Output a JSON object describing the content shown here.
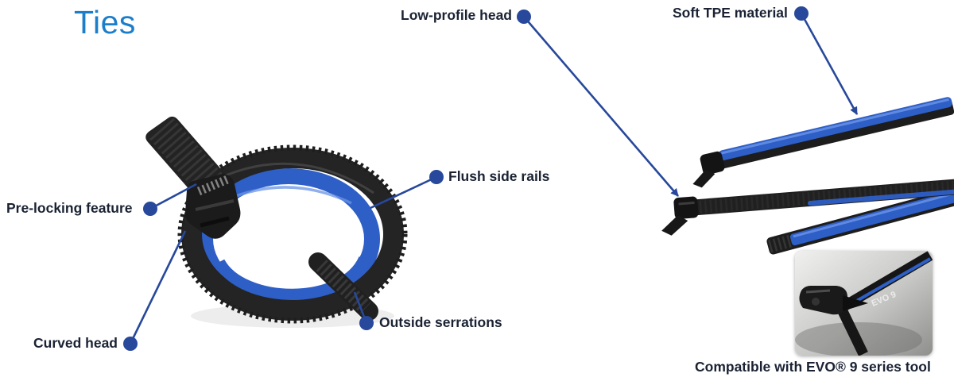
{
  "page": {
    "title": "Ties"
  },
  "colors": {
    "title_blue": "#1b7ecb",
    "label_text": "#1a2233",
    "callout_blue": "#27489b",
    "tie_blue": "#2e5fc6",
    "tie_black": "#1f1f1f"
  },
  "callouts": [
    {
      "id": "low-profile-head",
      "label": "Low-profile head"
    },
    {
      "id": "soft-tpe-material",
      "label": "Soft TPE material"
    },
    {
      "id": "pre-locking-feature",
      "label": "Pre-locking feature"
    },
    {
      "id": "flush-side-rails",
      "label": "Flush side rails"
    },
    {
      "id": "outside-serrations",
      "label": "Outside serrations"
    },
    {
      "id": "curved-head",
      "label": "Curved head"
    }
  ],
  "inset": {
    "tool_label": "EVO 9",
    "caption": "Compatible with EVO® 9 series tool"
  }
}
